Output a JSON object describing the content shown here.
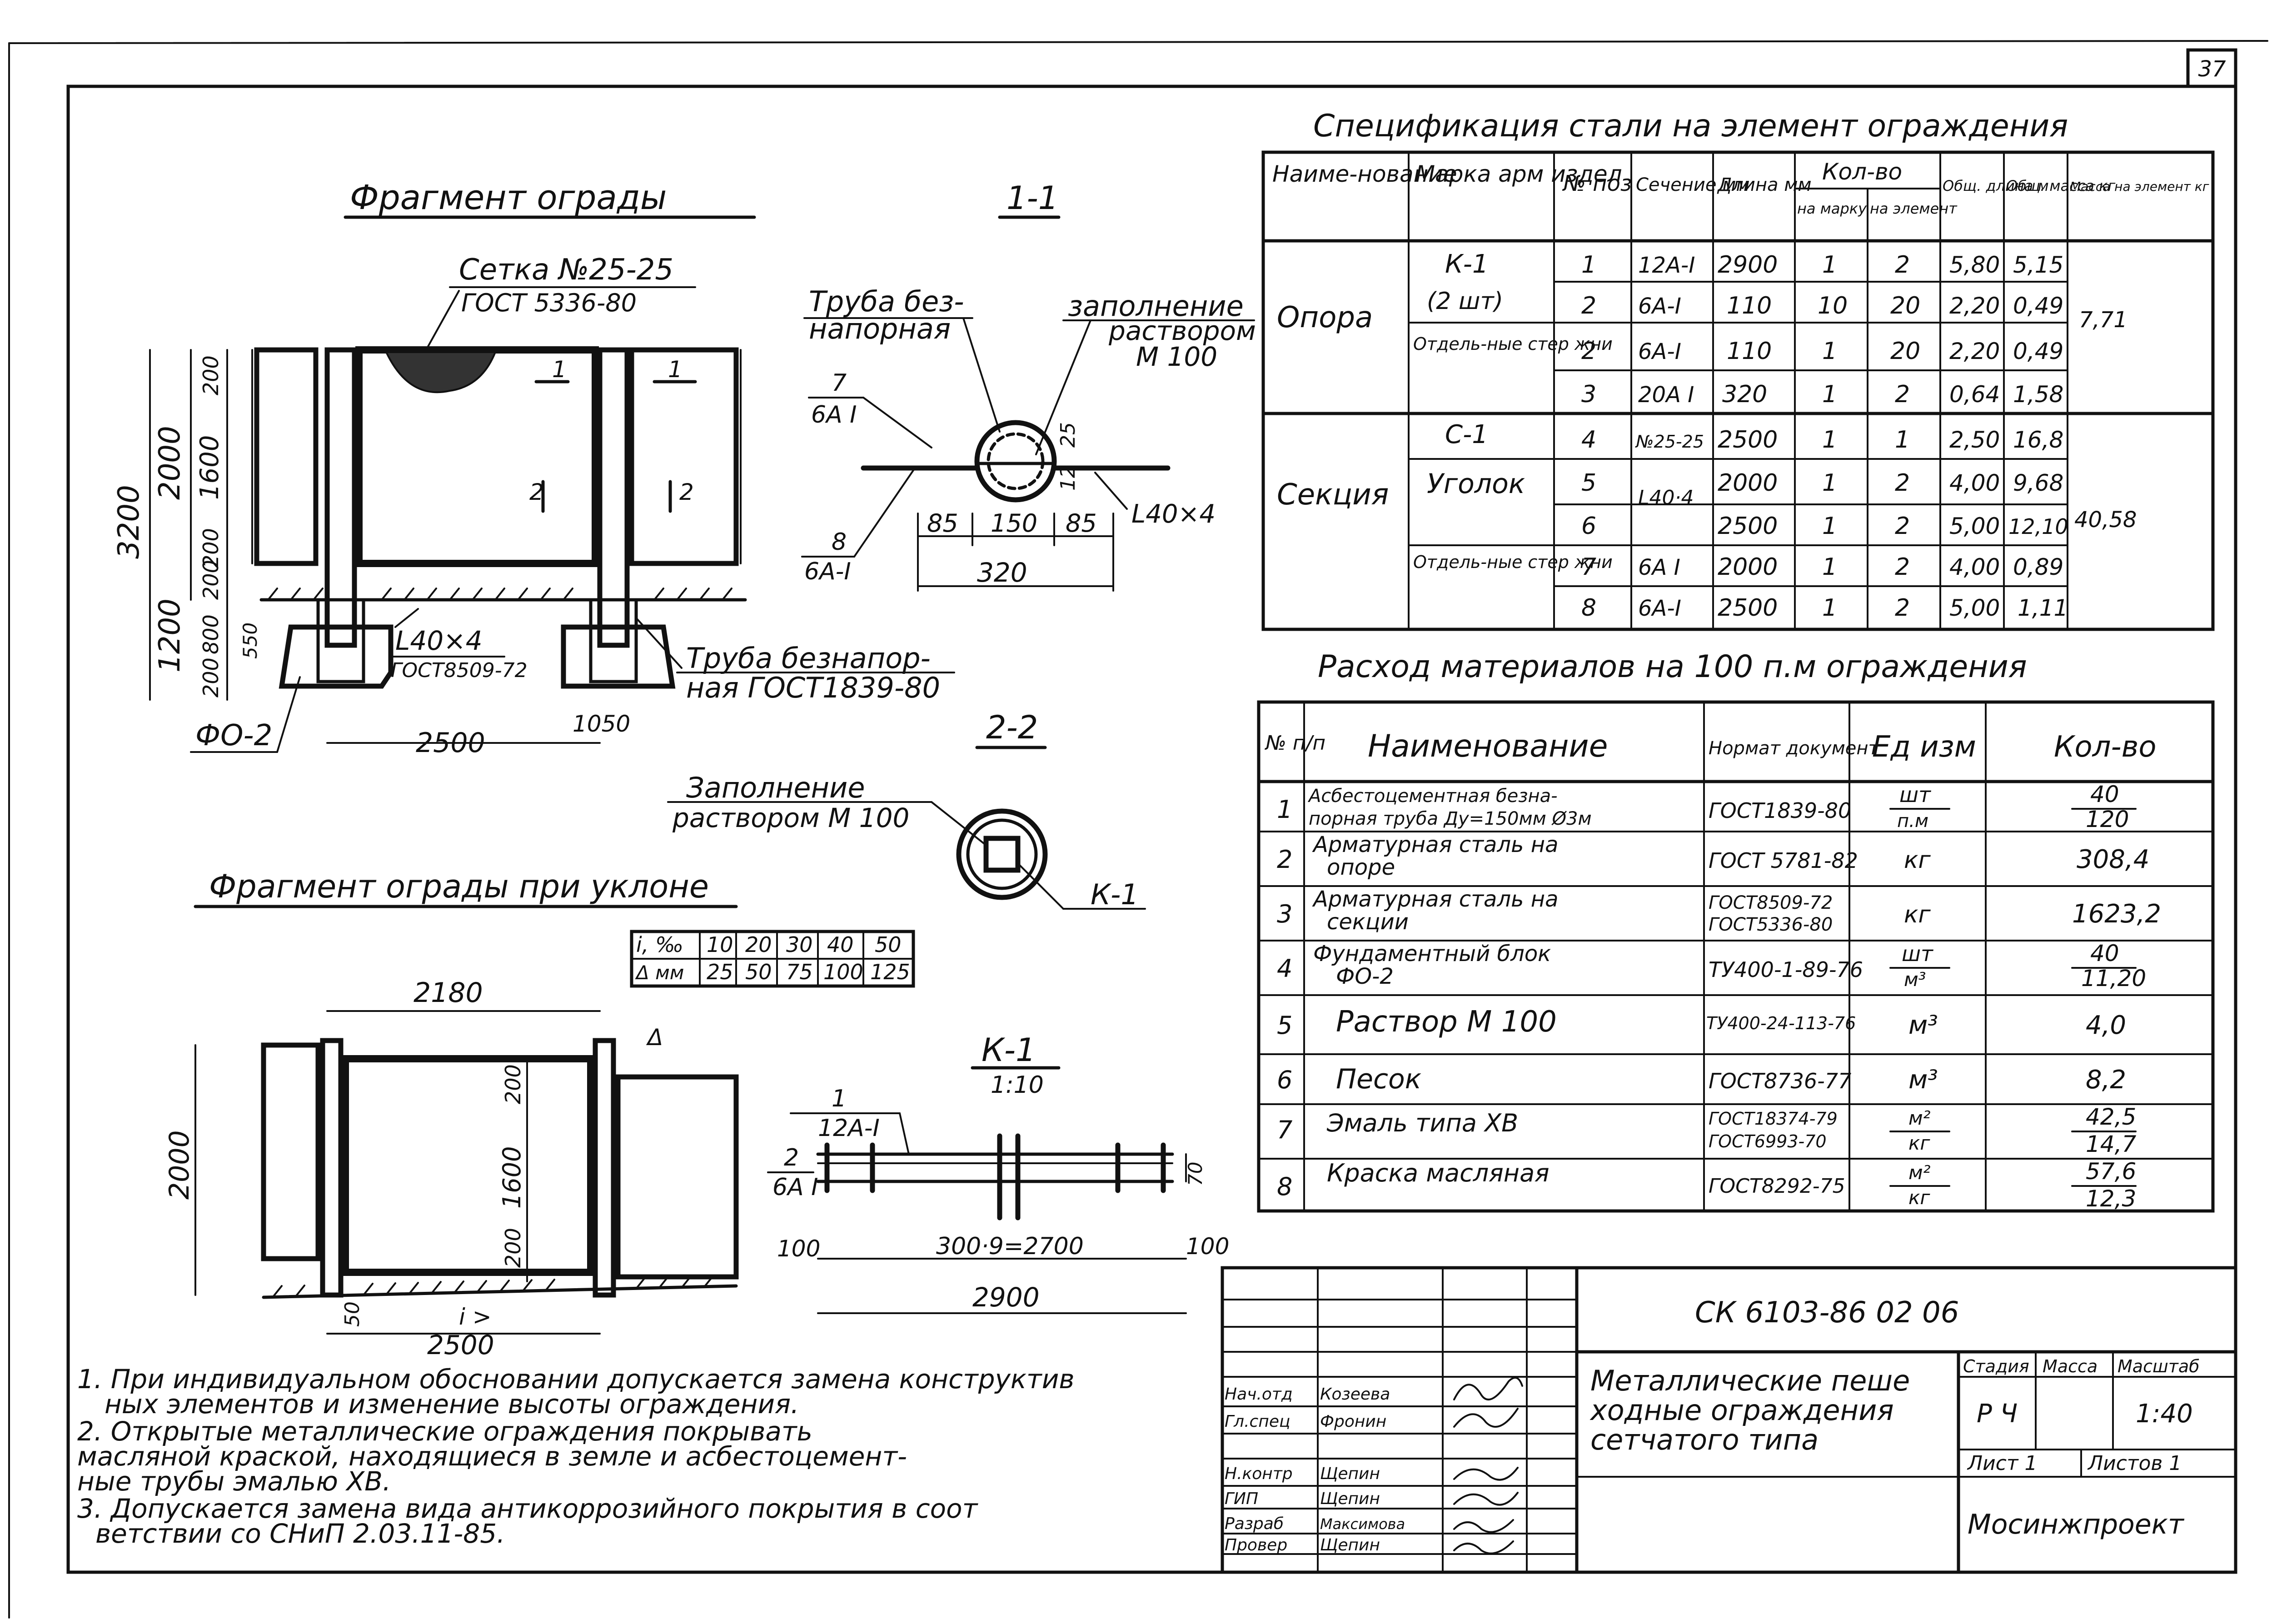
{
  "sheet_number": "37",
  "fragment": {
    "title": "Фрагмент ограды",
    "mesh_label": "Сетка №25-25",
    "mesh_gost": "ГОСТ 5336-80",
    "dims_vertical": [
      "3200",
      "2000",
      "1600",
      "200",
      "200",
      "200",
      "1200",
      "800",
      "200",
      "550"
    ],
    "dims_horizontal": [
      "2500",
      "1050"
    ],
    "angle_label": "L40×4",
    "angle_gost": "ГОСТ8509-72",
    "pipe_label_1": "Труба безнапор-",
    "pipe_label_2": "ная ГОСТ1839-80",
    "fo_label": "ФО-2",
    "mark_1": "1",
    "mark_2": "2"
  },
  "section_1_1": {
    "title": "1-1",
    "pipe_1": "Труба без-",
    "pipe_2": "напорная",
    "fill_1": "заполнение",
    "fill_2": "раствором",
    "fill_3": "М 100",
    "pos7_num": "7",
    "pos7_mark": "6А I",
    "pos8_num": "8",
    "pos8_mark": "6А-I",
    "angle": "L40×4",
    "dim_85a": "85",
    "dim_150": "150",
    "dim_85b": "85",
    "dim_320": "320",
    "dim_25": "25",
    "dim_12": "12"
  },
  "section_2_2": {
    "title": "2-2",
    "fill_1": "Заполнение",
    "fill_2": "раствором М 100",
    "k1": "К-1"
  },
  "slope": {
    "title": "Фрагмент ограды при уклоне",
    "table_row1": [
      "i, ‰",
      "10",
      "20",
      "30",
      "40",
      "50"
    ],
    "table_row2": [
      "Δ мм",
      "25",
      "50",
      "75",
      "100",
      "125"
    ],
    "dim_2180": "2180",
    "dim_2000": "2000",
    "dim_200a": "200",
    "dim_1600": "1600",
    "dim_200b": "200",
    "dim_50": "50",
    "dim_2500": "2500",
    "slope_i": "i >",
    "delta": "Δ"
  },
  "k1": {
    "title": "К-1",
    "scale": "1:10",
    "pos1_num": "1",
    "pos1_mark": "12А-I",
    "pos2_num": "2",
    "pos2_mark": "6А I",
    "dim_100a": "100",
    "dim_300": "300·9=2700",
    "dim_100b": "100",
    "dim_2900": "2900",
    "dim_70": "70"
  },
  "spec": {
    "title": "Спецификация стали на элемент ограждения",
    "headers": [
      "Наиме-нование",
      "Марка арм издел",
      "№ поз",
      "Сечение мм",
      "Длина мм",
      "Кол-во",
      "на марку",
      "на элемент",
      "Общ. длина м",
      "Общ. масса кг",
      "Масса на элемент кг"
    ],
    "group1": "Опора",
    "group2": "Секция",
    "k1_mark": "К-1",
    "k1_qty": "(2 шт)",
    "separate": "Отдель-ные стер жни",
    "c1": "С-1",
    "angle": "Уголок",
    "separate2": "Отдель-ные стер жни",
    "rows": [
      [
        "1",
        "12А-I",
        "2900",
        "1",
        "2",
        "5,80",
        "5,15"
      ],
      [
        "2",
        "6А-I",
        "110",
        "10",
        "20",
        "2,20",
        "0,49"
      ],
      [
        "2",
        "6А-I",
        "110",
        "1",
        "20",
        "2,20",
        "0,49"
      ],
      [
        "3",
        "20А I",
        "320",
        "1",
        "2",
        "0,64",
        "1,58"
      ],
      [
        "4",
        "№25-25",
        "2500",
        "1",
        "1",
        "2,50",
        "16,8"
      ],
      [
        "5",
        "L40·4",
        "2000",
        "1",
        "2",
        "4,00",
        "9,68"
      ],
      [
        "6",
        "",
        "2500",
        "1",
        "2",
        "5,00",
        "12,10"
      ],
      [
        "7",
        "6А I",
        "2000",
        "1",
        "2",
        "4,00",
        "0,89"
      ],
      [
        "8",
        "6А-I",
        "2500",
        "1",
        "2",
        "5,00",
        "1,11"
      ]
    ],
    "mass1": "7,71",
    "mass2": "40,58"
  },
  "materials": {
    "title": "Расход материалов на 100 п.м ограждения",
    "headers": [
      "№ п/п",
      "Наименование",
      "Нормат документ",
      "Ед изм",
      "Кол-во"
    ],
    "rows": [
      [
        "1",
        "Асбестоцементная безна-",
        "порная труба Ду=150мм Ø3м",
        "ГОСТ1839-80",
        "шт",
        "п.м",
        "40",
        "120"
      ],
      [
        "2",
        "Арматурная сталь на",
        "опоре",
        "ГОСТ 5781-82",
        "кг",
        "",
        "308,4",
        ""
      ],
      [
        "3",
        "Арматурная сталь на",
        "секции",
        "ГОСТ8509-72",
        "ГОСТ5336-80",
        "кг",
        "1623,2",
        ""
      ],
      [
        "4",
        "Фундаментный блок",
        "ФО-2",
        "ТУ400-1-89-76",
        "шт",
        "м³",
        "40",
        "11,20"
      ],
      [
        "5",
        "Раствор М 100",
        "",
        "ТУ400-24-113-76",
        "м³",
        "",
        "4,0",
        ""
      ],
      [
        "6",
        "Песок",
        "",
        "ГОСТ8736-77",
        "м³",
        "",
        "8,2",
        ""
      ],
      [
        "7",
        "Эмаль типа ХВ",
        "",
        "ГОСТ18374-79",
        "ГОСТ6993-70",
        "м²",
        "кг",
        "42,5",
        "14,7"
      ],
      [
        "8",
        "Краска масляная",
        "",
        "ГОСТ8292-75",
        "м²",
        "кг",
        "57,6",
        "12,3"
      ]
    ]
  },
  "notes": [
    "1. При индивидуальном обосновании допускается замена конструктив",
    "ных элементов и изменение высоты ограждения.",
    "2. Открытые металлические ограждения покрывать",
    "масляной краской, находящиеся в земле и асбестоцемент-",
    "ные трубы эмалью ХВ.",
    "3. Допускается замена вида антикоррозийного покрытия в соот",
    "ветствии со СНиП 2.03.11-85."
  ],
  "stamp": {
    "code": "СК 6103-86 02 06",
    "title_1": "Металлические пеше",
    "title_2": "ходные ограждения",
    "title_3": "сетчатого типа",
    "stage_h": "Стадия",
    "mass_h": "Масса",
    "scale_h": "Масштаб",
    "stage": "Р Ч",
    "scale": "1:40",
    "sheet": "Лист 1",
    "sheets": "Листов 1",
    "org": "Мосинжпроект",
    "roles": [
      "Нач.отд",
      "Гл.спец",
      "",
      "Н.контр",
      "ГИП",
      "Разраб",
      "Провер"
    ],
    "names": [
      "Козеева",
      "Фронин",
      "",
      "Щепин",
      "Щепин",
      "Максимова",
      "Щепин"
    ]
  }
}
